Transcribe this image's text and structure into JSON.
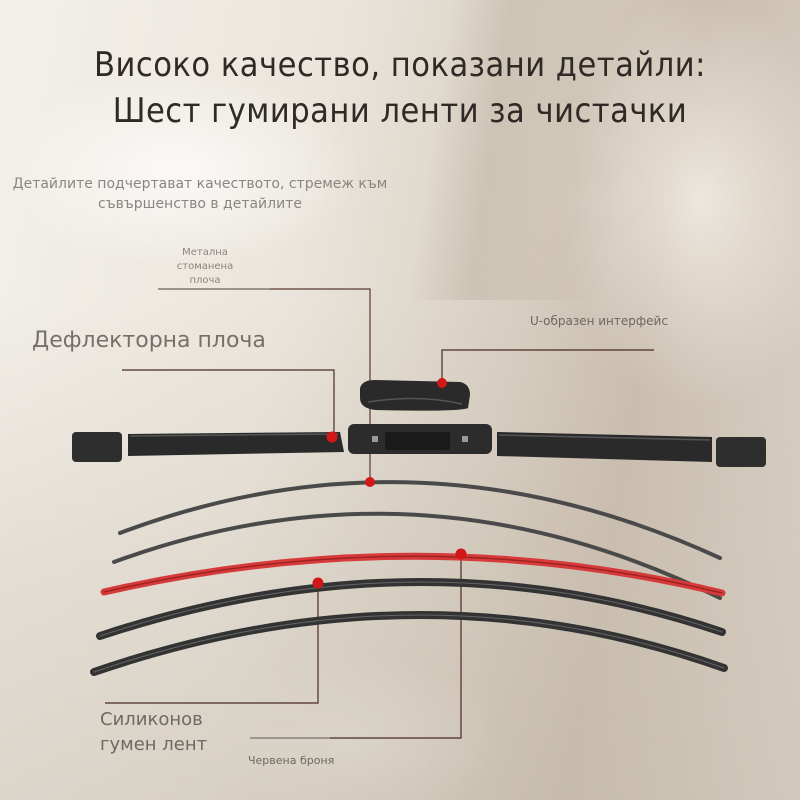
{
  "header": {
    "title_line1": "Високо качество, показани детайли:",
    "title_line2": "Шест гумирани ленти за чистачки",
    "subtitle_line1": "Детайлите подчертават качеството, стремеж към",
    "subtitle_line2": "съвършенство в детайлите"
  },
  "callouts": {
    "metal_plate": [
      "Метална",
      "стоманена",
      "плоча"
    ],
    "u_interface": "U-образен интерфейс",
    "deflector_plate": "Дефлекторна плоча",
    "silicone_strip": [
      "Силиконов",
      "гумен лент"
    ],
    "red_armor": "Червена броня"
  },
  "product": {
    "parts": [
      "end-cap-left",
      "deflector-left",
      "connector-base",
      "u-adapter",
      "deflector-right",
      "end-cap-right"
    ],
    "strips": [
      {
        "name": "metal-spring-strip-1",
        "color": "#4a4a4a"
      },
      {
        "name": "metal-spring-strip-2",
        "color": "#4a4a4a"
      },
      {
        "name": "red-armor-strip",
        "color": "#d63a3a"
      },
      {
        "name": "silicone-rubber-strip-1",
        "color": "#3a3a3a"
      },
      {
        "name": "silicone-rubber-strip-2",
        "color": "#3a3a3a"
      }
    ]
  },
  "colors": {
    "marker": "#d01818",
    "leader_line": "#4a2a22",
    "text_dark": "#2f2a26"
  }
}
